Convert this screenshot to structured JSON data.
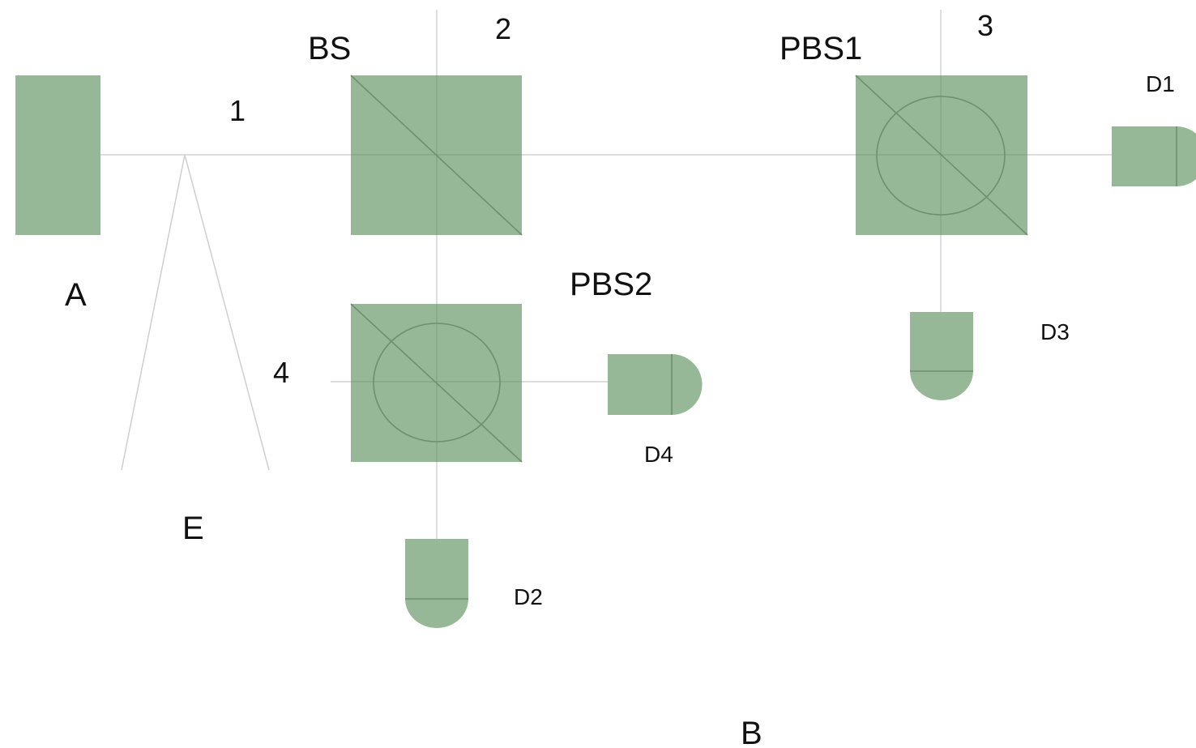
{
  "labels": {
    "source": "A",
    "entangled_source": "E",
    "receiver": "B",
    "beam_splitter": "BS",
    "pbs1": "PBS1",
    "pbs2": "PBS2",
    "path_1": "1",
    "path_2": "2",
    "path_3": "3",
    "path_4": "4",
    "detector_1": "D1",
    "detector_2": "D2",
    "detector_3": "D3",
    "detector_4": "D4"
  },
  "colors": {
    "component_fill": "#96b896",
    "component_outline": "#6f8f6f",
    "beam_line": "#d4d4d4",
    "text": "#111111"
  }
}
